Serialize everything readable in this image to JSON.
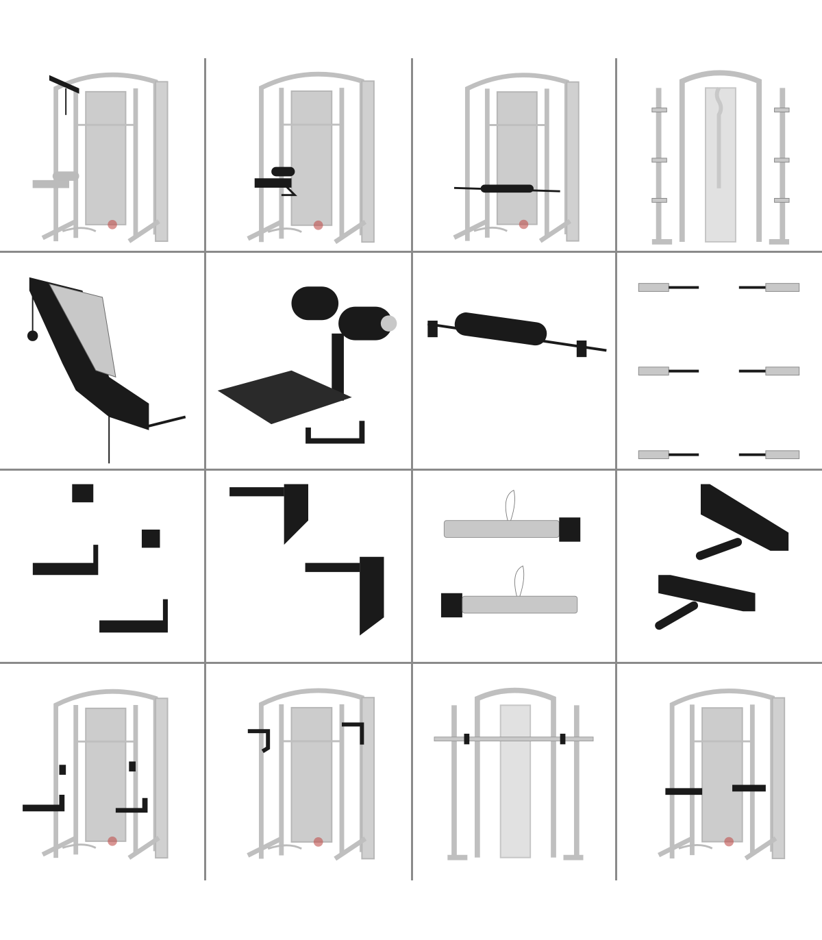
{
  "colors": {
    "background": "#ffffff",
    "divider": "#8a8a8a",
    "frame": "#b4b4b4",
    "attachment": "#1a1a1a",
    "chrome": "#c8c8c8",
    "accent": "#c0504d"
  },
  "grid": {
    "rows": 4,
    "cols": 4,
    "cells": [
      {
        "icon": "machine-high-pulley-icon",
        "kind": "machine",
        "hl": "pulley"
      },
      {
        "icon": "machine-leg-attachment-icon",
        "kind": "machine",
        "hl": "leg"
      },
      {
        "icon": "machine-roller-bar-icon",
        "kind": "machine",
        "hl": "roller"
      },
      {
        "icon": "machine-front-bar-storage-icon",
        "kind": "front",
        "hl": "pegs"
      },
      {
        "icon": "pulley-arm-icon",
        "kind": "part",
        "hl": "arm"
      },
      {
        "icon": "leg-extension-seat-icon",
        "kind": "part",
        "hl": "seat"
      },
      {
        "icon": "roller-pad-bar-icon",
        "kind": "part",
        "hl": "rollbar"
      },
      {
        "icon": "plate-storage-pegs-icon",
        "kind": "part",
        "hl": "pegs6"
      },
      {
        "icon": "safety-arms-j-hooks-icon",
        "kind": "part",
        "hl": "safety"
      },
      {
        "icon": "dip-handles-icon",
        "kind": "part",
        "hl": "dip"
      },
      {
        "icon": "weight-horns-icon",
        "kind": "part",
        "hl": "horns"
      },
      {
        "icon": "landmine-holders-icon",
        "kind": "part",
        "hl": "landmine"
      },
      {
        "icon": "machine-safety-arms-icon",
        "kind": "machine",
        "hl": "safety"
      },
      {
        "icon": "machine-dip-handles-icon",
        "kind": "machine",
        "hl": "dip"
      },
      {
        "icon": "machine-front-barbell-icon",
        "kind": "front",
        "hl": "bar"
      },
      {
        "icon": "machine-landmine-icon",
        "kind": "machine",
        "hl": "landmine"
      }
    ]
  }
}
